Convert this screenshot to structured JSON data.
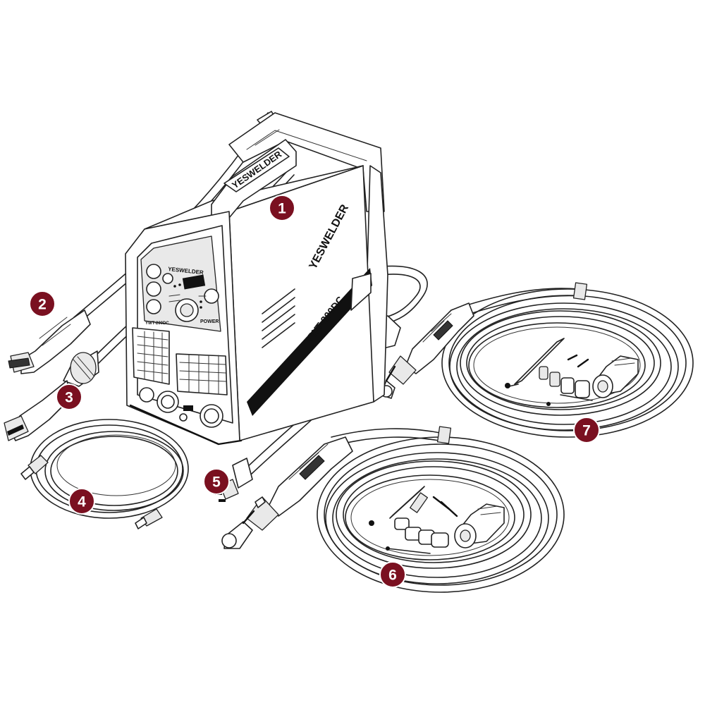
{
  "machine": {
    "brand_handle": "YESWELDER",
    "brand_side": "YESWELDER",
    "model": "YWT-200DC",
    "panel_brand": "YESWELDER",
    "panel_model": "YWT-200DC",
    "panel_power": "POWER"
  },
  "callouts": [
    {
      "number": "1",
      "part": "welding-machine"
    },
    {
      "number": "2",
      "part": "ground-clamp"
    },
    {
      "number": "3",
      "part": "electrode-holder"
    },
    {
      "number": "4",
      "part": "gas-hose"
    },
    {
      "number": "5",
      "part": "plug-adapter"
    },
    {
      "number": "6",
      "part": "tig-torch-a"
    },
    {
      "number": "7",
      "part": "tig-torch-b"
    }
  ],
  "colors": {
    "callout": "#7a1020",
    "line": "#222222",
    "background": "#ffffff"
  }
}
